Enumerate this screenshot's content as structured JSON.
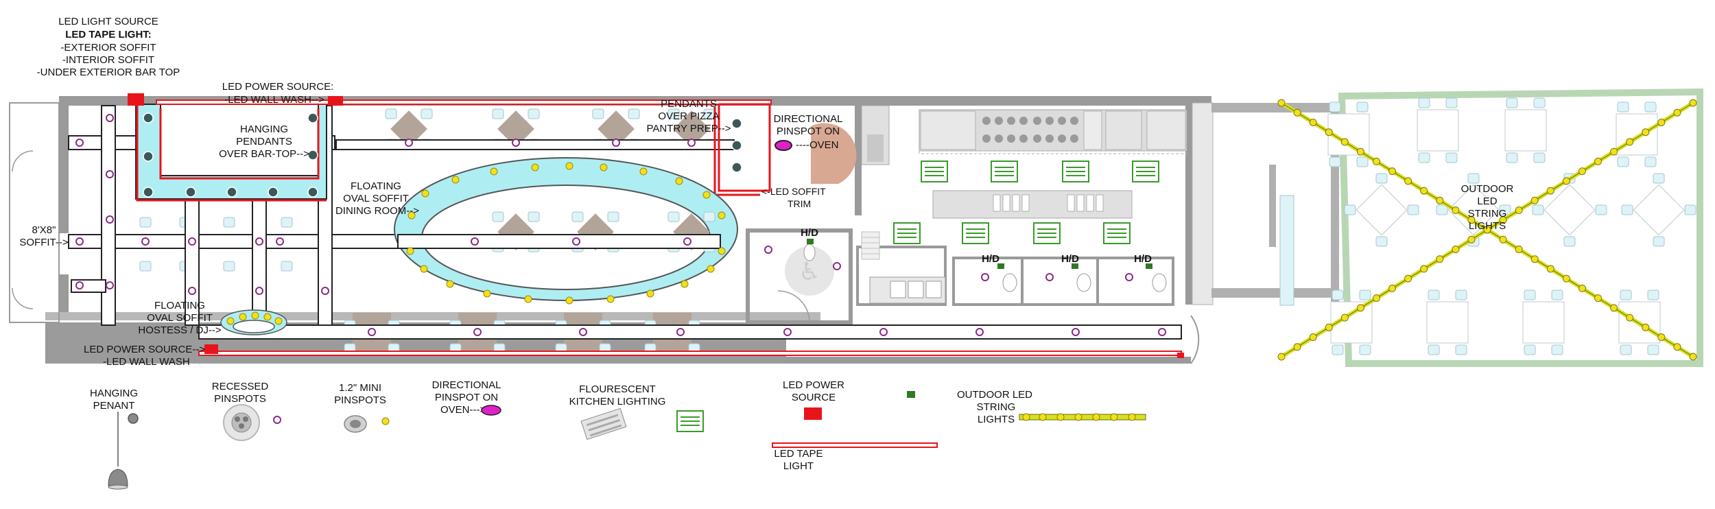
{
  "diagram": {
    "top_notes": {
      "led_light_source": "LED LIGHT SOURCE",
      "led_tape_light": "LED TAPE LIGHT:",
      "exterior_soffit": "-EXTERIOR SOFFIT",
      "interior_soffit": "-INTERIOR SOFFIT",
      "under_exterior_bar_top": "-UNDER EXTERIOR BAR TOP"
    },
    "plan_labels": {
      "led_power_source_top_1": "LED POWER SOURCE:",
      "led_power_source_top_2": "-LED WALL WASH-->",
      "hanging_pendants_1": "HANGING",
      "hanging_pendants_2": "PENDANTS",
      "hanging_pendants_3": "OVER BAR-TOP-->",
      "pendants_pizza_1": "PENDANTS",
      "pendants_pizza_2": "OVER PIZZA",
      "pendants_pizza_3": "PANTRY PREP-->",
      "directional_1": "DIRECTIONAL",
      "directional_2": "PINSPOT ON",
      "directional_3": "----OVEN",
      "led_soffit_trim_1": "<-LED SOFFIT",
      "led_soffit_trim_2": "TRIM",
      "floating_dining_1": "FLOATING",
      "floating_dining_2": "OVAL SOFFIT",
      "floating_dining_3": "DINING ROOM-->",
      "soffit_8x8_1": "8'X8\"",
      "soffit_8x8_2": "SOFFIT-->",
      "floating_hostess_1": "FLOATING",
      "floating_hostess_2": "OVAL SOFFIT",
      "floating_hostess_3": "HOSTESS / DJ-->",
      "led_power_source_bottom_1": "LED POWER SOURCE-->",
      "led_power_source_bottom_2": "-LED WALL WASH",
      "hd": "H/D",
      "outdoor_1": "OUTDOOR",
      "outdoor_2": "LED",
      "outdoor_3": "STRING",
      "outdoor_4": "LIGHTS"
    },
    "legend": {
      "hanging_penant_1": "HANGING",
      "hanging_penant_2": "PENANT",
      "recessed_1": "RECESSED",
      "recessed_2": "PINSPOTS",
      "mini_1": "1.2\" MINI",
      "mini_2": "PINSPOTS",
      "directional_1": "DIRECTIONAL",
      "directional_2": "PINSPOT ON",
      "directional_3": "OVEN--->",
      "flourescent_1": "FLOURESCENT",
      "flourescent_2": "KITCHEN LIGHTING",
      "led_power_1": "LED POWER",
      "led_power_2": "SOURCE",
      "led_tape_1": "LED TAPE",
      "led_tape_2": "LIGHT",
      "outdoor_1": "OUTDOOR LED",
      "outdoor_2": "STRING",
      "outdoor_3": "LIGHTS"
    },
    "colors": {
      "led_tape": "#e8141b",
      "soffit_led": "#aeeef3",
      "mini_pinspot": "#f2e01a",
      "recessed_pinspot": "#8a2a84",
      "pendant": "#3c5858",
      "directional": "#e020c8",
      "string_light": "#d8e020",
      "kitchen_fixture": "#3a9a2a",
      "hd_marker": "#2f7a22",
      "table": "#b3a49a",
      "chair": "#ddf3f8",
      "wall": "#9a9a9a",
      "oven": "#d9a892"
    }
  }
}
